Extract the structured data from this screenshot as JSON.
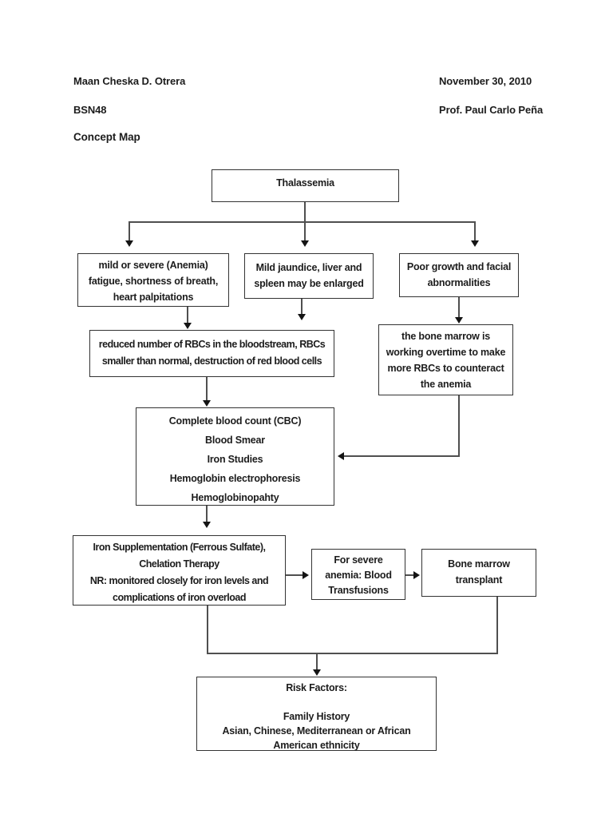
{
  "header": {
    "student_name": "Maan Cheska D. Otrera",
    "date": "November 30, 2010",
    "class_code": "BSN48",
    "professor": "Prof. Paul Carlo Peña",
    "title": "Concept Map"
  },
  "diagram": {
    "topic": "Thalassemia",
    "nodes": [
      {
        "id": "thalassemia",
        "lines": [
          "Thalassemia"
        ]
      },
      {
        "id": "symptoms-anemia",
        "lines": [
          "mild or severe (Anemia)",
          "fatigue, shortness of breath,",
          "heart palpitations"
        ]
      },
      {
        "id": "symptoms-jaundice",
        "lines": [
          "Mild jaundice, liver and",
          "spleen may be enlarged"
        ]
      },
      {
        "id": "symptoms-growth",
        "lines": [
          "Poor growth and facial",
          "abnormalities"
        ]
      },
      {
        "id": "rbc-findings",
        "lines": [
          "reduced number of RBCs in the bloodstream, RBCs",
          "smaller than normal, destruction of red blood cells"
        ]
      },
      {
        "id": "bone-marrow-overtime",
        "lines": [
          "the bone marrow is",
          "working overtime to make",
          "more RBCs to counteract",
          "the anemia"
        ]
      },
      {
        "id": "diagnostic-tests",
        "lines": [
          "Complete blood count (CBC)",
          "Blood Smear",
          "Iron Studies",
          "Hemoglobin electrophoresis",
          "Hemoglobinopahty"
        ]
      },
      {
        "id": "treatment-iron",
        "lines": [
          "Iron Supplementation (Ferrous Sulfate),",
          "Chelation Therapy",
          "NR: monitored closely for iron levels and",
          "complications of iron overload"
        ]
      },
      {
        "id": "treatment-transfusion",
        "lines": [
          "For severe",
          "anemia: Blood",
          "Transfusions"
        ]
      },
      {
        "id": "treatment-transplant",
        "lines": [
          "Bone marrow",
          "transplant"
        ]
      },
      {
        "id": "risk-factors",
        "lines": [
          "Risk Factors:",
          "",
          "Family History",
          "Asian, Chinese, Mediterranean or African",
          "American ethnicity"
        ]
      }
    ]
  },
  "colors": {
    "background": "#ffffff",
    "text": "#1c1c1c",
    "box_border": "#333333",
    "connector_line": "#4f4f4f",
    "arrowhead": "#141414"
  }
}
